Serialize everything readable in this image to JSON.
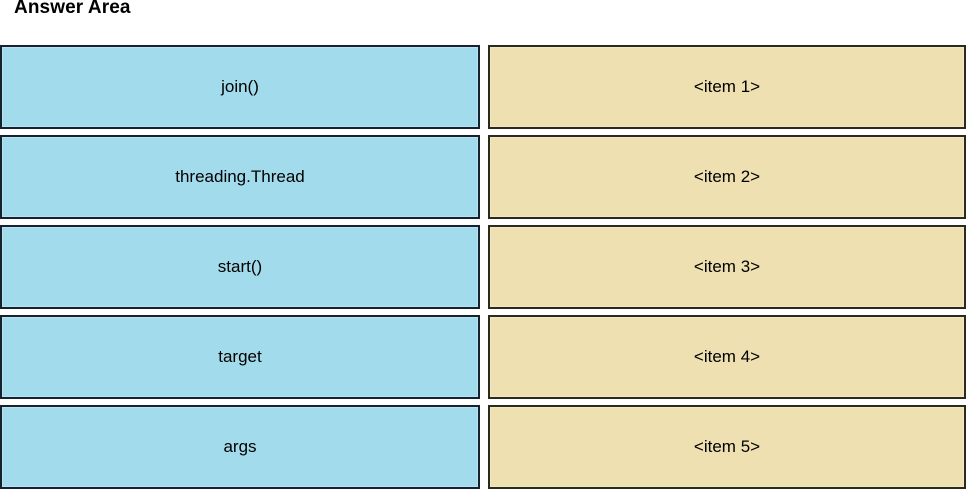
{
  "header": {
    "title": "Answer Area"
  },
  "colors": {
    "source_fill": "#a2dcec",
    "source_border": "#16222e",
    "target_fill": "#eee0b0",
    "target_border": "#2b2a1e",
    "background": "#ffffff",
    "text": "#000000"
  },
  "left_column": {
    "name": "source-tokens",
    "items": [
      {
        "label": "join()"
      },
      {
        "label": "threading.Thread"
      },
      {
        "label": "start()"
      },
      {
        "label": "target"
      },
      {
        "label": "args"
      }
    ]
  },
  "right_column": {
    "name": "answer-slots",
    "items": [
      {
        "label": "<item 1>"
      },
      {
        "label": "<item 2>"
      },
      {
        "label": "<item 3>"
      },
      {
        "label": "<item 4>"
      },
      {
        "label": "<item 5>"
      }
    ]
  }
}
